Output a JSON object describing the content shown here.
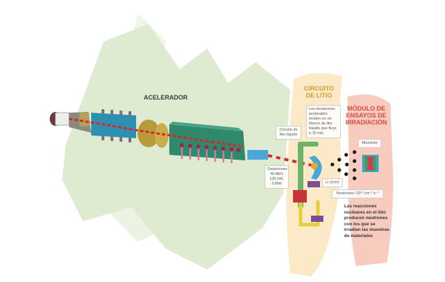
{
  "sections": {
    "accelerator": "ACELERADOR",
    "lithium_circuit": [
      "CIRCUITO",
      "DE LITIO"
    ],
    "test_module": [
      "MÓDULO DE",
      "ENSAYOS DE",
      "IRRADIACIÓN"
    ]
  },
  "labels": {
    "liquid_lithium_circuit": "Circuito de litio líquido",
    "deuterons_incident": "Los deuterones acelerados inciden en un blanco de litio líquido que fluye a 15 m/s",
    "deuterons_params": [
      "Deuterones:",
      "40 MeV",
      "125 mA,",
      "5 MW"
    ],
    "samples": "Muestras",
    "reaction": "Li (d,xn)",
    "neutron_flux": "Neutrones~10¹⁴ cm⁻² s⁻¹",
    "explanation": "Las reacciones nucleares en el litio producen neutrones con los que se irradian las muestras de materiales"
  },
  "colors": {
    "accelerator_title": "#3a3a3a",
    "lithium_title": "#d99a2b",
    "module_title": "#e0463f",
    "beam": "#d9262b"
  }
}
